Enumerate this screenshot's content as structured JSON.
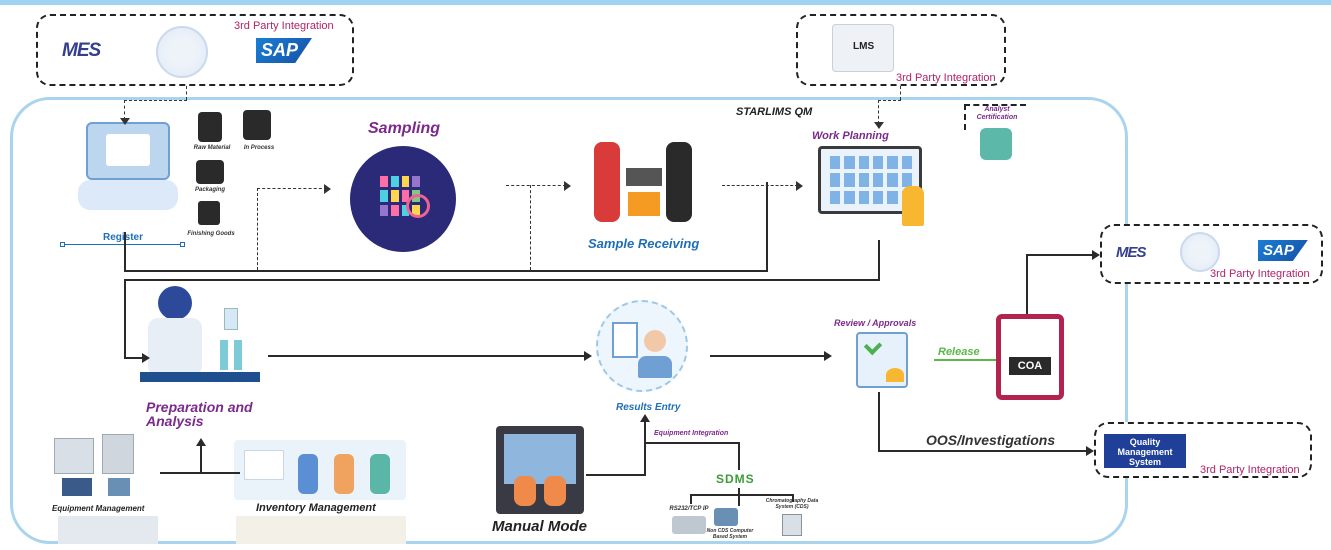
{
  "diagram": {
    "header_label": "STARLIMS QM",
    "integration_label": "3rd Party Integration",
    "integration_label_sup": "3rd Party Integration",
    "nodes": {
      "register": "Register",
      "sampling": "Sampling",
      "sample_receiving": "Sample Receiving",
      "work_planning": "Work Planning",
      "analyst_certification": "Analyst Certification",
      "preparation": "Preparation and Analysis",
      "results_entry": "Results Entry",
      "review": "Review / Approvals",
      "release": "Release",
      "coa": "COA",
      "oos": "OOS/Investigations",
      "qms": "Quality Management System",
      "manual_mode": "Manual Mode",
      "equipment_integration": "Equipment Integration",
      "sdms": "SDMS",
      "equipment_management": "Equipment Management",
      "inventory_management": "Inventory Management"
    },
    "material_types": [
      "Raw Material",
      "In Process",
      "Packaging",
      "Finishing Goods"
    ],
    "sdms_sources": [
      "RS232/TCP IP",
      "Non CDS Computer Based System",
      "Chromatography Data System (CDS)"
    ],
    "logos": {
      "mes": "MES",
      "sap": "SAP",
      "lms": "LMS"
    },
    "colors": {
      "purple": "#7b2a8c",
      "blue": "#1f6fb8",
      "green": "#5ab748",
      "magenta": "#b0226a",
      "frame": "#a9d4ee",
      "navy": "#1f3f99"
    }
  }
}
